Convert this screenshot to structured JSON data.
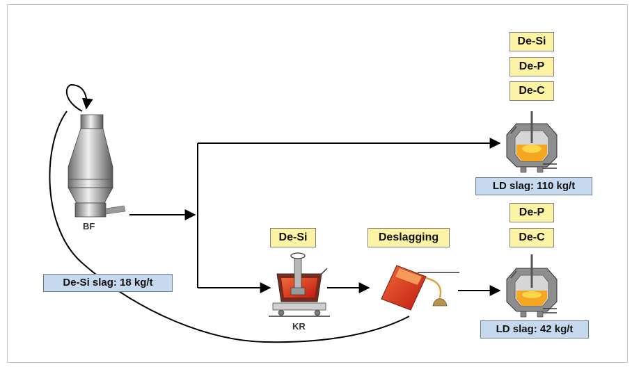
{
  "units": {
    "bf": {
      "label": "BF"
    },
    "kr": {
      "label": "KR"
    }
  },
  "process_tags": {
    "top_converter": [
      "De-Si",
      "De-P",
      "De-C"
    ],
    "kr": "De-Si",
    "deslagging": "Deslagging",
    "bottom_converter": [
      "De-P",
      "De-C"
    ]
  },
  "slag_labels": {
    "desi_slag": "De-Si slag: 18 kg/t",
    "ld_slag_top": "LD slag: 110 kg/t",
    "ld_slag_bottom": "LD slag: 42 kg/t"
  },
  "colors": {
    "tag_fill": "#fdf3a4",
    "slag_fill": "#c7d9ee",
    "molten": "#e0391c",
    "flame": "#f5a623"
  }
}
